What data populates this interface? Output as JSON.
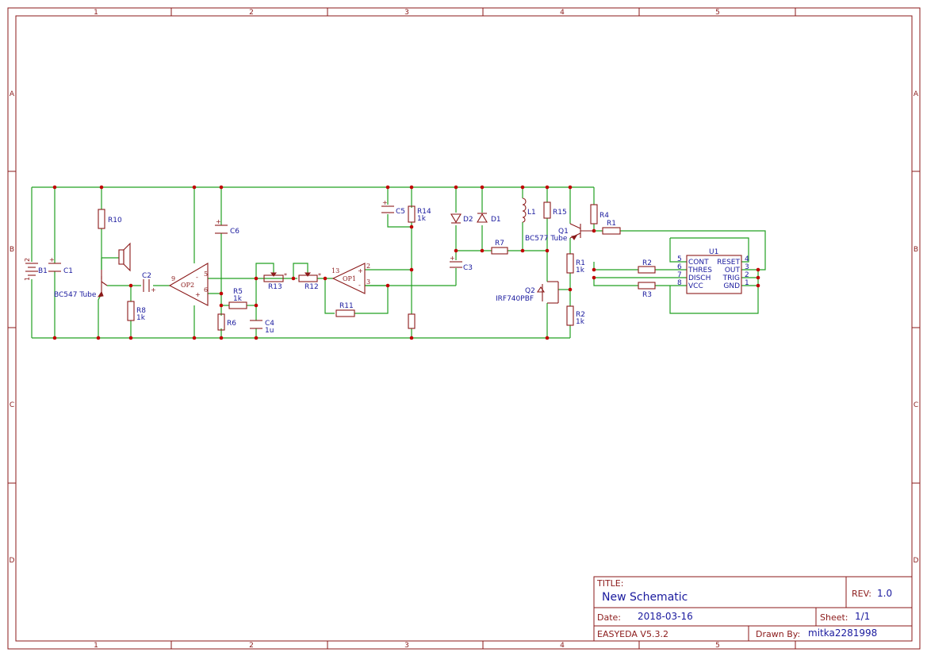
{
  "frame": {
    "columns": [
      "1",
      "2",
      "3",
      "4",
      "5"
    ],
    "rows": [
      "A",
      "B",
      "C",
      "D"
    ]
  },
  "components": {
    "B1": "B1",
    "B1_pin1": "1",
    "B1_pin2": "2",
    "C1": "C1",
    "R10": "R10",
    "Q3_model": "BC547 Tube",
    "C2": "C2",
    "R8": "R8",
    "R8_val": "1k",
    "OP2": "OP2",
    "OP2_p9": "9",
    "OP2_p5": "5",
    "OP2_p6": "6",
    "C6": "C6",
    "R5": "R5",
    "R5_val": "1k",
    "R6": "R6",
    "C4": "C4",
    "C4_val": "1u",
    "R13": "R13",
    "R12": "R12",
    "OP1": "OP1",
    "OP1_p13": "13",
    "OP1_p2": "2",
    "OP1_p3": "3",
    "R11": "R11",
    "C5": "C5",
    "R14": "R14",
    "R14_val": "1k",
    "D2": "D2",
    "D1": "D1",
    "C3": "C3",
    "R7": "R7",
    "L1": "L1",
    "R15": "R15",
    "Q1": "Q1",
    "Q1_model": "BC577 Tube",
    "Q2": "Q2",
    "Q2_model": "IRF740PBF",
    "R1b": "R1",
    "R1b_val": "1k",
    "R2b": "R2",
    "R2b_val": "1k",
    "R4": "R4",
    "R1": "R1",
    "R2": "R2",
    "R3": "R3"
  },
  "u1": {
    "name": "U1",
    "left_pins": [
      {
        "num": "5",
        "name": "CONT"
      },
      {
        "num": "6",
        "name": "THRES"
      },
      {
        "num": "7",
        "name": "DISCH"
      },
      {
        "num": "8",
        "name": "VCC"
      }
    ],
    "right_pins": [
      {
        "num": "4",
        "name": "RESET"
      },
      {
        "num": "3",
        "name": "OUT"
      },
      {
        "num": "2",
        "name": "TRIG"
      },
      {
        "num": "1",
        "name": "GND"
      }
    ]
  },
  "title_block": {
    "title_label": "TITLE:",
    "title": "New Schematic",
    "rev_label": "REV:",
    "rev": "1.0",
    "date_label": "Date:",
    "date": "2018-03-16",
    "sheet_label": "Sheet:",
    "sheet": "1/1",
    "tool": "EASYEDA V5.3.2",
    "drawn_label": "Drawn By:",
    "drawn_by": "mitka2281998"
  },
  "colors": {
    "frame": "#8b1a1a",
    "wire": "#22a022",
    "junction": "#c00000",
    "label": "#1a1a9e"
  }
}
